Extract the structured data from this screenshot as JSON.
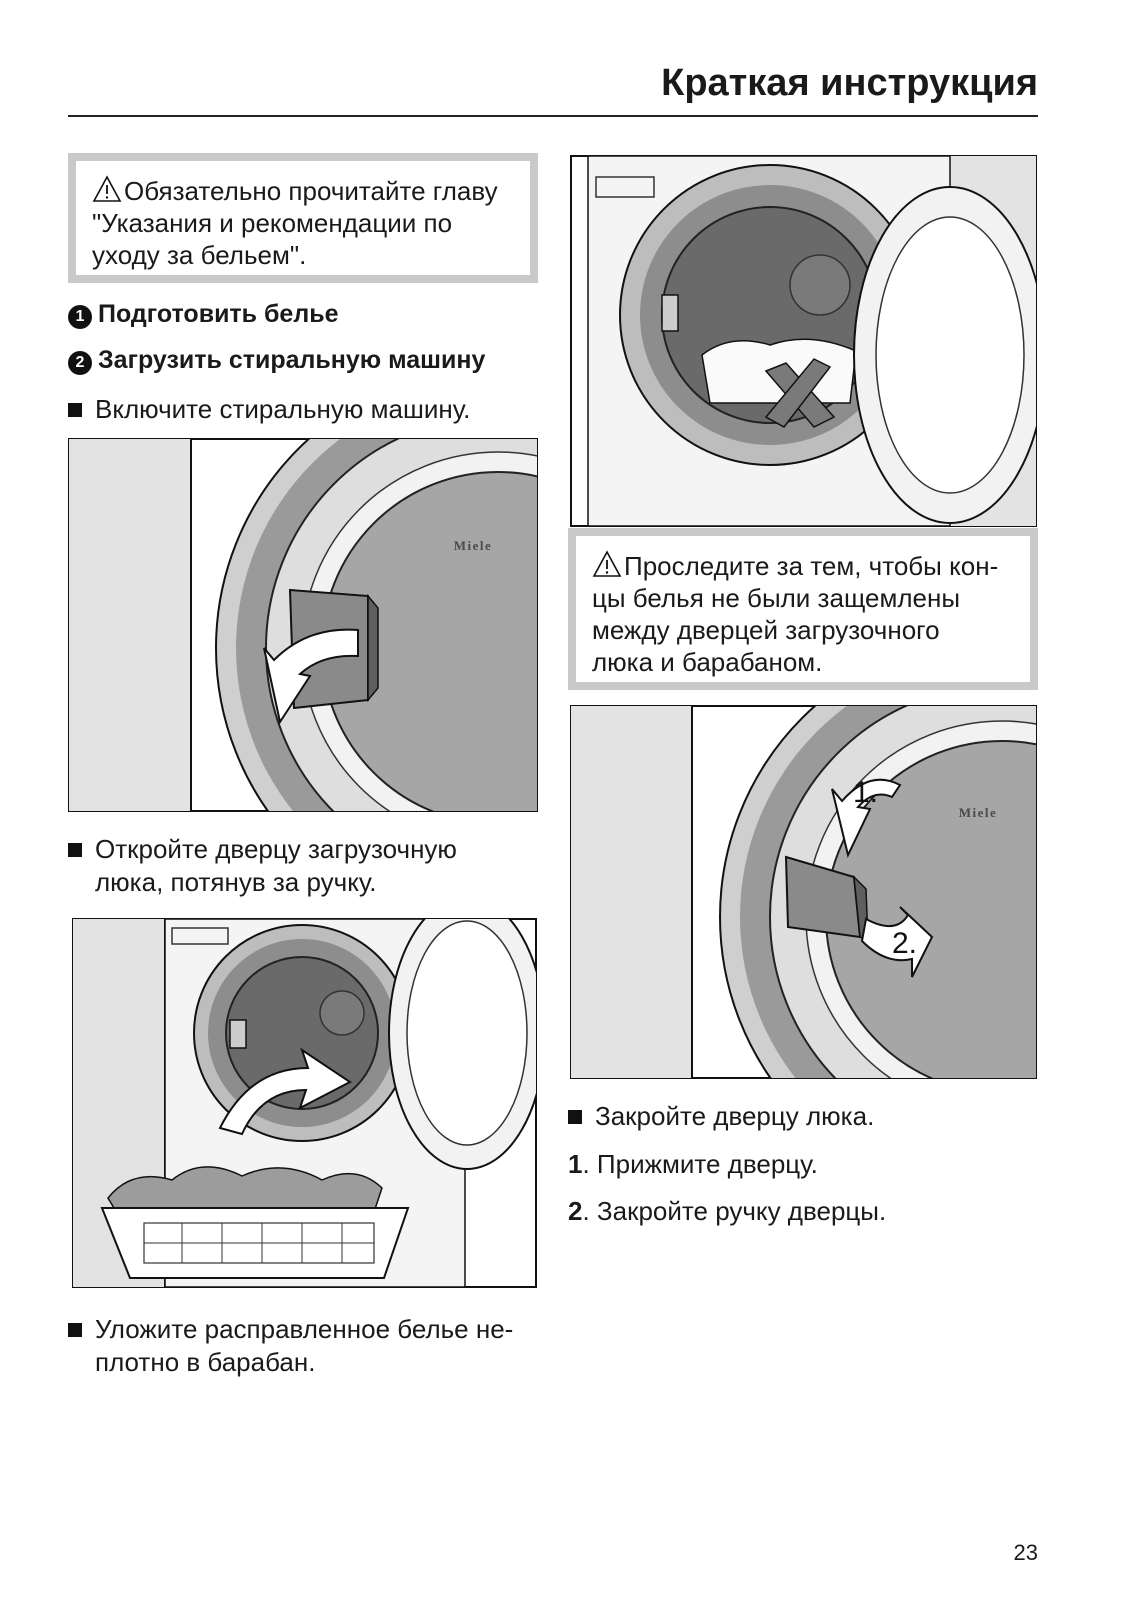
{
  "header": {
    "title": "Краткая инструкция"
  },
  "warning_top": {
    "text_lines": [
      "Обязательно прочитайте главу",
      "\"Указания и рекомендации по",
      "уходу за бельем\"."
    ]
  },
  "steps": [
    {
      "number": "1",
      "label": "Подготовить белье"
    },
    {
      "number": "2",
      "label": "Загрузить стиральную машину"
    }
  ],
  "bullets_left": [
    {
      "lines": [
        "Включите стиральную машину."
      ]
    },
    {
      "lines": [
        "Откройте дверцу загрузочную",
        "люка, потянув за ручку."
      ]
    },
    {
      "lines": [
        "Уложите расправленное белье не-",
        "плотно в барабан."
      ]
    }
  ],
  "illustrations": {
    "brand_label_1": "Miele",
    "brand_label_2": "Miele",
    "step_1_marker": "1.",
    "step_2_marker": "2."
  },
  "warning_right": {
    "text_lines": [
      "Проследите за тем, чтобы кон-",
      "цы белья не были защемлены",
      "между дверцей загрузочного",
      "люка и барабаном."
    ]
  },
  "bullet_right": {
    "text": "Закройте дверцу люка."
  },
  "numbered_steps": [
    {
      "number": "1",
      "text": ". Прижмите дверцу."
    },
    {
      "number": "2",
      "text": ". Закройте ручку дверцы."
    }
  ],
  "page_number": "23"
}
